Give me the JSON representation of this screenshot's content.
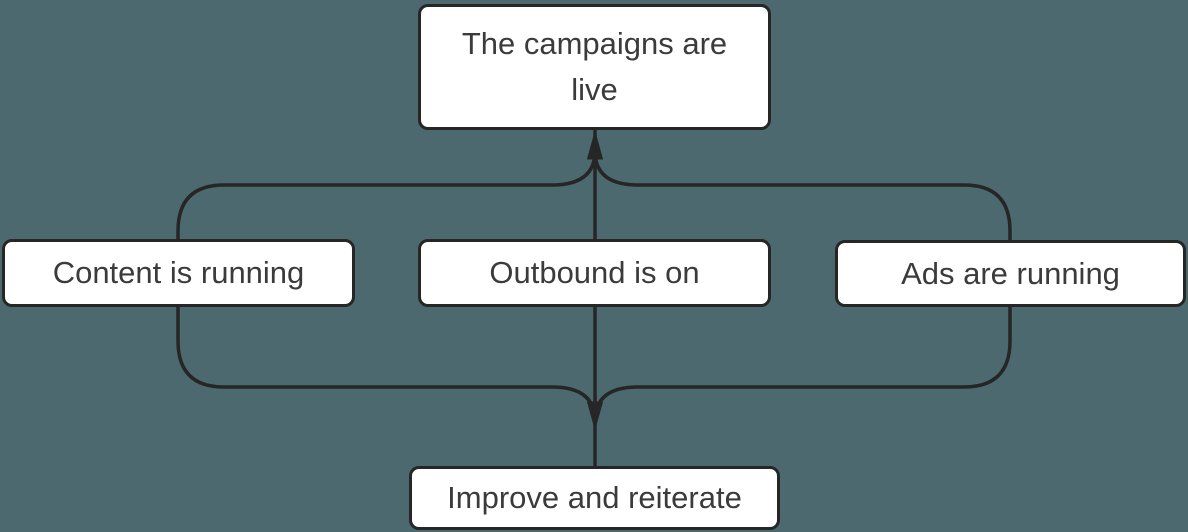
{
  "diagram": {
    "type": "flowchart",
    "background_color": "#4c6970",
    "node_fill_color": "#ffffff",
    "node_border_color": "#262626",
    "edge_color": "#262626",
    "text_color": "#3b3b3b",
    "nodes": [
      {
        "id": "campaigns-live",
        "label": "The campaigns are live"
      },
      {
        "id": "content-running",
        "label": "Content is running"
      },
      {
        "id": "outbound-on",
        "label": "Outbound is on"
      },
      {
        "id": "ads-running",
        "label": "Ads are running"
      },
      {
        "id": "improve-reiterate",
        "label": "Improve and reiterate"
      }
    ],
    "edges": [
      {
        "from": "content-running",
        "to": "campaigns-live",
        "style": "merged-curve",
        "arrowhead": "up"
      },
      {
        "from": "outbound-on",
        "to": "campaigns-live",
        "style": "merged-curve",
        "arrowhead": "up"
      },
      {
        "from": "ads-running",
        "to": "campaigns-live",
        "style": "merged-curve",
        "arrowhead": "up"
      },
      {
        "from": "content-running",
        "to": "improve-reiterate",
        "style": "merged-curve",
        "arrowhead": "down"
      },
      {
        "from": "outbound-on",
        "to": "improve-reiterate",
        "style": "merged-curve",
        "arrowhead": "down"
      },
      {
        "from": "ads-running",
        "to": "improve-reiterate",
        "style": "merged-curve",
        "arrowhead": "down"
      }
    ]
  }
}
